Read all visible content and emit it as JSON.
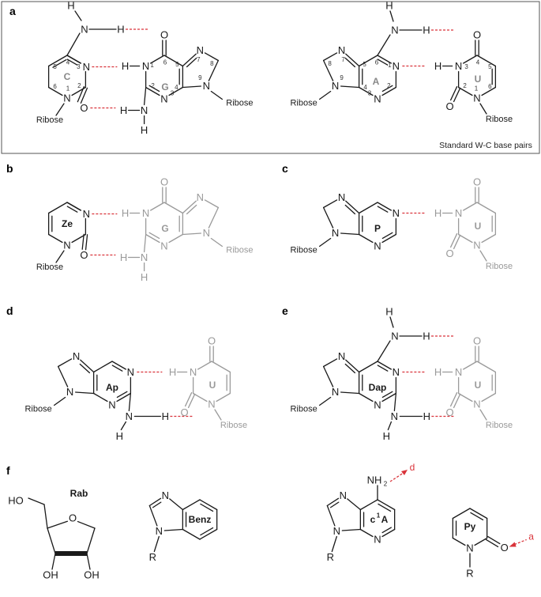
{
  "colors": {
    "black": "#1a1a1a",
    "gray": "#9a9a9a",
    "hbond": "#d9333a",
    "panel_border": "#555555"
  },
  "panels": {
    "a": {
      "letter": "a",
      "caption": "Standard W-C base pairs"
    },
    "b": {
      "letter": "b"
    },
    "c": {
      "letter": "c"
    },
    "d": {
      "letter": "d"
    },
    "e": {
      "letter": "e"
    },
    "f": {
      "letter": "f"
    }
  },
  "bases": {
    "C": "C",
    "G": "G",
    "A": "A",
    "U": "U",
    "Ze": "Ze",
    "P": "P",
    "Ap": "Ap",
    "Dap": "Dap",
    "Rab": "Rab",
    "Benz": "Benz",
    "c1A_main": "c",
    "c1A_sup": "1",
    "c1A_end": "A",
    "Py": "Py"
  },
  "atoms": {
    "N": "N",
    "O": "O",
    "H": "H",
    "R": "R",
    "HO": "HO",
    "OH": "OH",
    "NH": "NH",
    "sub2": "2"
  },
  "ribose_label": "Ribose",
  "numbering": {
    "C": [
      "1",
      "2",
      "3",
      "4",
      "5",
      "6"
    ],
    "G": [
      "1",
      "2",
      "3",
      "4",
      "5",
      "6",
      "7",
      "8",
      "9"
    ],
    "A": [
      "1",
      "2",
      "3",
      "4",
      "5",
      "6",
      "7",
      "8",
      "9"
    ],
    "U": [
      "1",
      "2",
      "3",
      "4",
      "5",
      "6"
    ]
  },
  "annotations": {
    "d": "d",
    "a": "a"
  }
}
